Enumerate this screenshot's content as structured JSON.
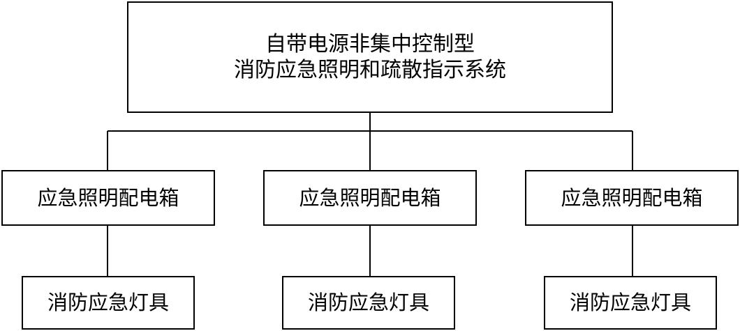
{
  "root": {
    "line1": "自带电源非集中控制型",
    "line2": "消防应急照明和疏散指示系统"
  },
  "distribution_boxes": [
    {
      "label": "应急照明配电箱"
    },
    {
      "label": "应急照明配电箱"
    },
    {
      "label": "应急照明配电箱"
    }
  ],
  "lamps": [
    {
      "label": "消防应急灯具"
    },
    {
      "label": "消防应急灯具"
    },
    {
      "label": "消防应急灯具"
    }
  ],
  "colors": {
    "line": "#000000",
    "background": "#ffffff"
  }
}
